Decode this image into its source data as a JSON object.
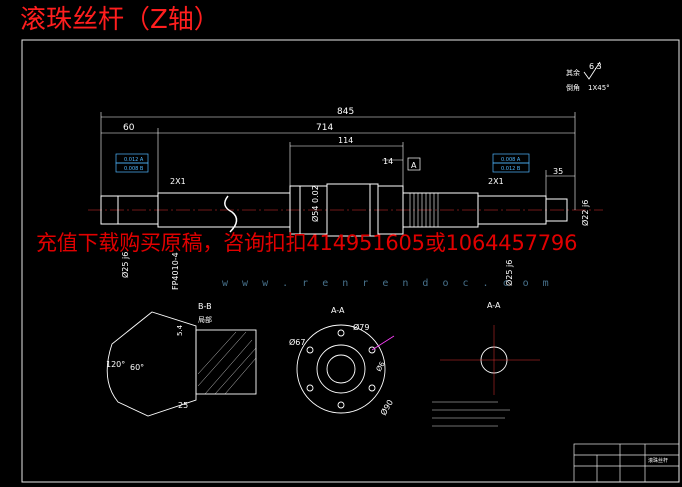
{
  "title": "滚珠丝杆（Z轴）",
  "watermark": {
    "notice": "充值下载购买原稿，咨询扣扣414951605或1064457796",
    "site": "w w w . r e n r e n d o c . c o m"
  },
  "surface": {
    "roughness_label": "其余",
    "roughness_value": "6.3",
    "chamfer_label": "倒角",
    "chamfer_value": "1X45°"
  },
  "dimensions": {
    "overall": "845",
    "main": "714",
    "left_end": "60",
    "mid": "114",
    "right_step": "14",
    "right_end": "35",
    "thread_left": "2X1",
    "thread_right": "2X1",
    "dia_left": "Ø25 j6",
    "dia_fp": "FP4010-4",
    "dia_mid": "Ø54 0.02",
    "dia_right": "Ø25 j6",
    "dia_end": "Ø22 j6"
  },
  "tolerance_frames": {
    "left": [
      "0.012 A",
      "0.008 B"
    ],
    "right": [
      "0.008 A",
      "0.012 B"
    ]
  },
  "datum": "A",
  "sections": {
    "b_b": {
      "name": "B-B",
      "sub": "局部",
      "angle": "120°",
      "angle2": "60°",
      "dim_a": "5.4",
      "dim_b": "25"
    },
    "a_a_flange": {
      "name": "A-A",
      "d1": "Ø67",
      "d2": "Ø79",
      "d3": "Ø90",
      "d4": "Ø6"
    },
    "a_a_key": {
      "name": "A-A"
    }
  },
  "title_block": {
    "label": "滚珠丝杆"
  }
}
